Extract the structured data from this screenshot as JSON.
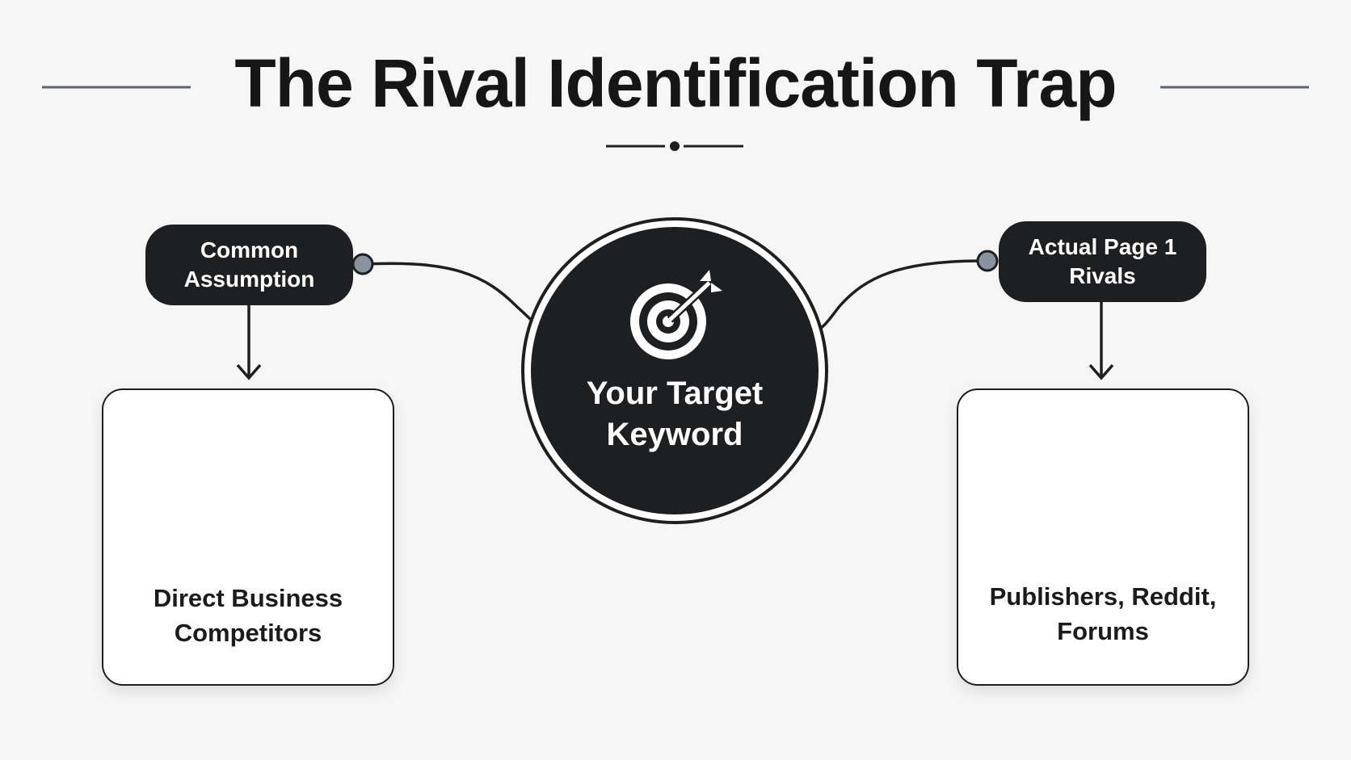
{
  "title": "The Rival Identification Trap",
  "center": {
    "label": "Your Target\nKeyword",
    "icon": "target-icon"
  },
  "left": {
    "pill": "Common\nAssumption",
    "card_label": "Direct Business\nCompetitors",
    "icon": "office-buildings-icon"
  },
  "right": {
    "pill": "Actual Page 1\nRivals",
    "card_label": "Publishers, Reddit,\nForums",
    "icon": "globe-chat-icon"
  },
  "colors": {
    "background": "#f6f6f7",
    "dark": "#1e1f21",
    "muted_blue_gray": "#6e7b8b",
    "white": "#ffffff"
  }
}
